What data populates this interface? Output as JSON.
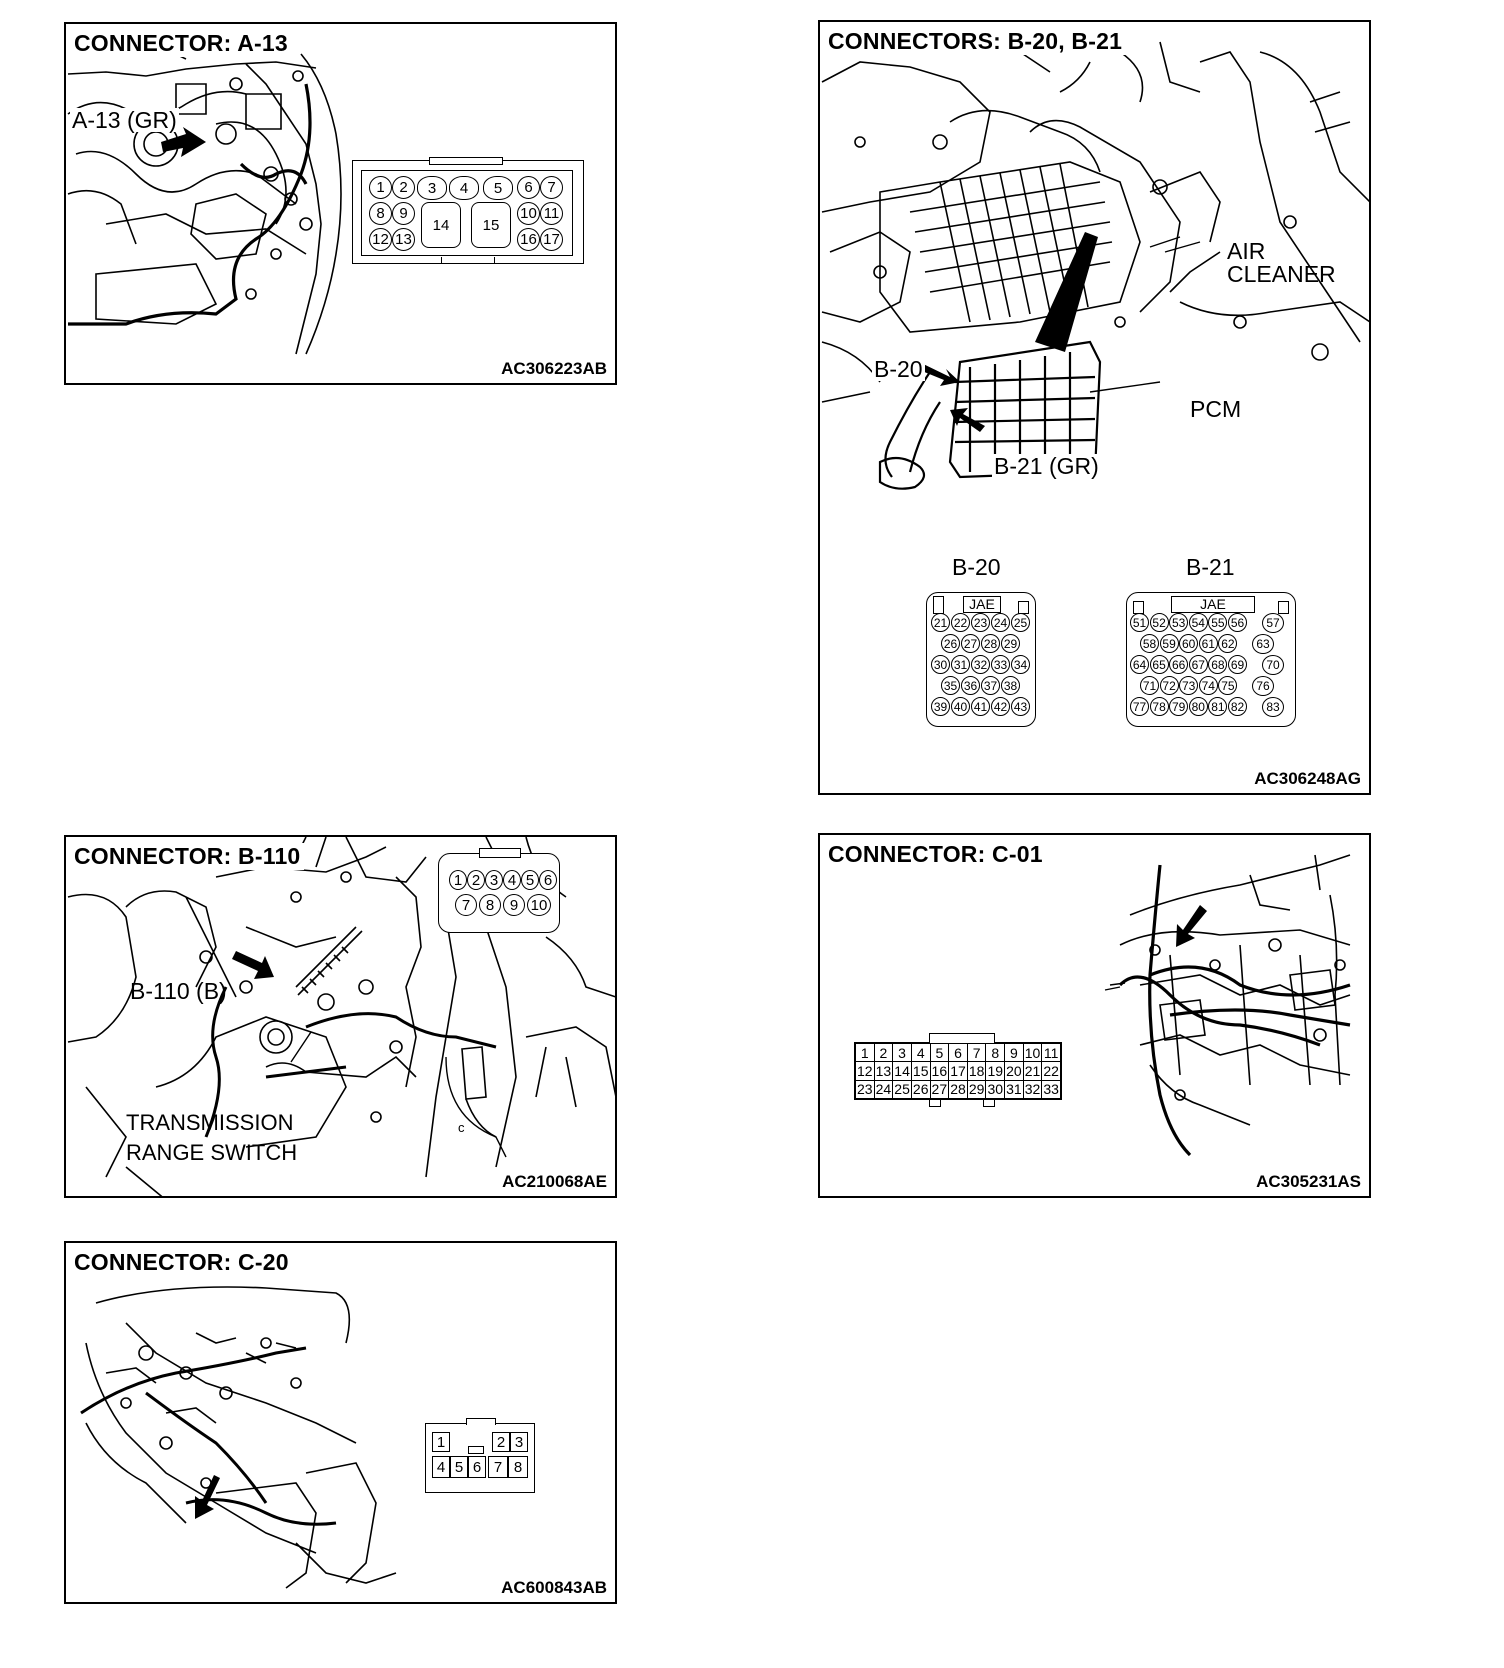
{
  "panels": {
    "a13": {
      "title": "CONNECTOR: A-13",
      "callout": "A-13 (GR)",
      "code": "AC306223AB",
      "pins": [
        "1",
        "2",
        "3",
        "4",
        "5",
        "6",
        "7",
        "8",
        "9",
        "14",
        "15",
        "10",
        "11",
        "12",
        "13",
        "16",
        "17"
      ]
    },
    "b20b21": {
      "title": "CONNECTORS: B-20, B-21",
      "air_cleaner": "AIR CLEANER",
      "pcm": "PCM",
      "callout_b20": "B-20",
      "callout_b21": "B-21 (GR)",
      "b20_label": "B-20",
      "b21_label": "B-21",
      "jae": "JAE",
      "code": "AC306248AG",
      "b20_pins": [
        "21",
        "22",
        "23",
        "24",
        "25",
        "26",
        "27",
        "28",
        "29",
        "30",
        "31",
        "32",
        "33",
        "34",
        "35",
        "36",
        "37",
        "38",
        "39",
        "40",
        "41",
        "42",
        "43"
      ],
      "b21_pins": [
        "51",
        "52",
        "53",
        "54",
        "55",
        "56",
        "57",
        "58",
        "59",
        "60",
        "61",
        "62",
        "63",
        "64",
        "65",
        "66",
        "67",
        "68",
        "69",
        "70",
        "71",
        "72",
        "73",
        "74",
        "75",
        "76",
        "77",
        "78",
        "79",
        "80",
        "81",
        "82",
        "83"
      ]
    },
    "b110": {
      "title": "CONNECTOR: B-110",
      "callout": "B-110 (B)",
      "switch_label_1": "TRANSMISSION",
      "switch_label_2": "RANGE SWITCH",
      "clip": "c",
      "code": "AC210068AE",
      "pins": [
        "1",
        "2",
        "3",
        "4",
        "5",
        "6",
        "7",
        "8",
        "9",
        "10"
      ]
    },
    "c01": {
      "title": "CONNECTOR: C-01",
      "code": "AC305231AS",
      "pins": [
        "1",
        "2",
        "3",
        "4",
        "5",
        "6",
        "7",
        "8",
        "9",
        "10",
        "11",
        "12",
        "13",
        "14",
        "15",
        "16",
        "17",
        "18",
        "19",
        "20",
        "21",
        "22",
        "23",
        "24",
        "25",
        "26",
        "27",
        "28",
        "29",
        "30",
        "31",
        "32",
        "33"
      ]
    },
    "c20": {
      "title": "CONNECTOR: C-20",
      "code": "AC600843AB",
      "pins": [
        "1",
        "2",
        "3",
        "4",
        "5",
        "6",
        "7",
        "8"
      ]
    }
  }
}
